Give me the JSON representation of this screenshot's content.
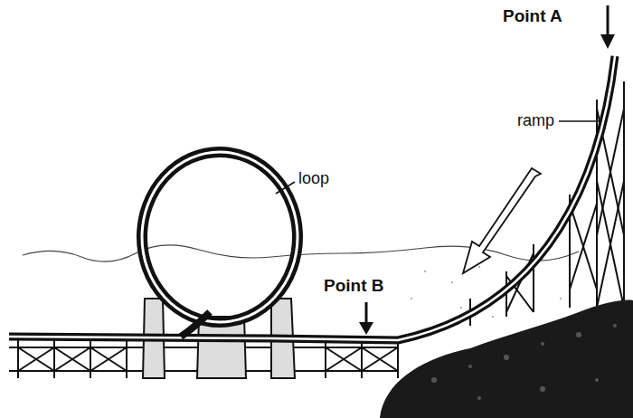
{
  "diagram": {
    "labels": [
      "Point A",
      "ramp",
      "loop",
      "Point B"
    ]
  }
}
